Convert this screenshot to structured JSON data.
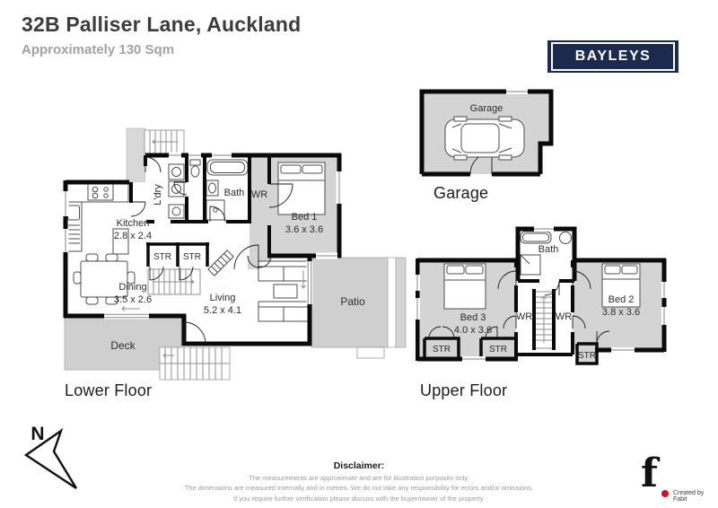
{
  "header": {
    "title": "32B Palliser Lane, Auckland",
    "subtitle": "Approximately 130 Sqm"
  },
  "brand": {
    "name": "BAYLEYS"
  },
  "plans": {
    "garage": {
      "caption": "Garage",
      "room_label": "Garage"
    },
    "lower": {
      "caption": "Lower Floor",
      "kitchen_label": "Kitchen",
      "kitchen_dims": "2.8 x 2.4",
      "laundry_label": "L'dry",
      "bath_label": "Bath",
      "wr_label": "WR",
      "bed1_label": "Bed 1",
      "bed1_dims": "3.6 x 3.6",
      "str1_label": "STR",
      "str2_label": "STR",
      "dining_label": "Dining",
      "dining_dims": "3.5 x 2.6",
      "living_label": "Living",
      "living_dims": "5.2 x 4.1",
      "deck_label": "Deck",
      "patio_label": "Patio"
    },
    "upper": {
      "caption": "Upper Floor",
      "bath_label": "Bath",
      "bed3_label": "Bed 3",
      "bed3_dims": "4.0 x 3.6",
      "bed2_label": "Bed 2",
      "bed2_dims": "3.8 x 3.6",
      "wr1_label": "WR",
      "wr2_label": "WR",
      "str1_label": "STR",
      "str2_label": "STR",
      "str3_label": "STR"
    }
  },
  "compass": {
    "north": "N"
  },
  "disclaimer": {
    "heading": "Disclaimer:",
    "lines": [
      "The measurements are approximate and are for illustration purposes only.",
      "The dimensions are measured internally and in metres. We do not take any responsibility for errors and/or omissions.",
      "If you require further verification please discuss with the buyer/owner of the property."
    ]
  },
  "credit": {
    "glyph": "f",
    "text": "Created by Fabit"
  },
  "colors": {
    "brand_navy": "#1b2a4d",
    "wall_black": "#0a0a0a",
    "room_gray": "#d4d4d4",
    "outdoor_gray": "#cfcfcf",
    "credit_red": "#ce1126"
  }
}
